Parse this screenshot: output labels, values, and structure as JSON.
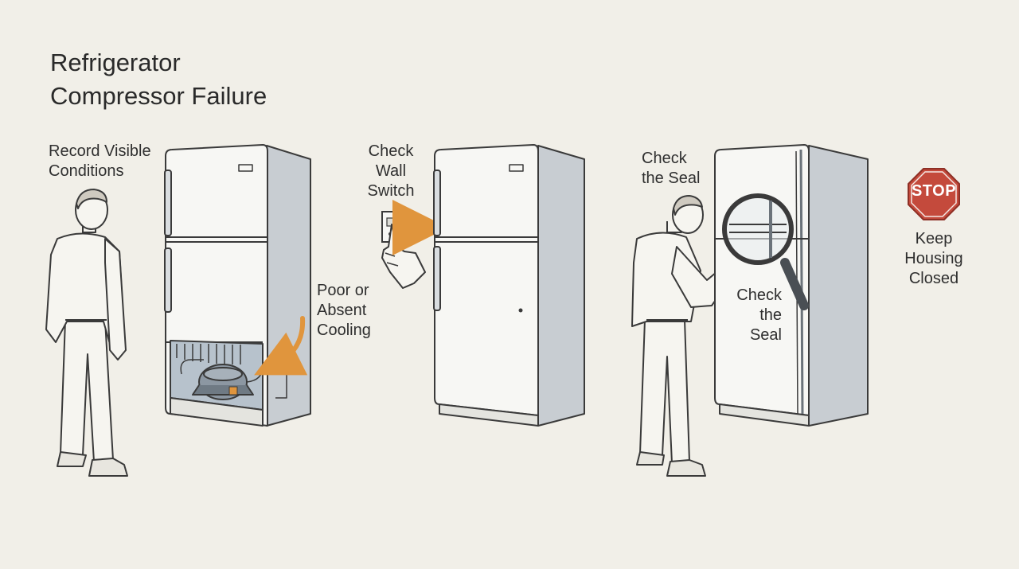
{
  "title": {
    "line1": "Refrigerator",
    "line2": "Compressor Failure"
  },
  "steps": {
    "record": {
      "line1": "Record Visible",
      "line2": "Conditions"
    },
    "cooling": {
      "line1": "Poor or",
      "line2": "Absent",
      "line3": "Cooling"
    },
    "switch": {
      "line1": "Check",
      "line2": "Wall",
      "line3": "Switch"
    },
    "seal_top": {
      "line1": "Check",
      "line2": "the Seal"
    },
    "seal_mid": {
      "line1": "Check",
      "line2": "the",
      "line3": "Seal"
    },
    "housing": {
      "line1": "Keep",
      "line2": "Housing",
      "line3": "Closed"
    }
  },
  "stop_sign": {
    "text": "STOP"
  },
  "colors": {
    "background": "#f1efe8",
    "accent_arrow": "#e0953d",
    "stop_red": "#c44a3c",
    "fridge_body": "#f7f7f4",
    "fridge_side": "#c8cdd2",
    "outline": "#3a3a3a"
  }
}
